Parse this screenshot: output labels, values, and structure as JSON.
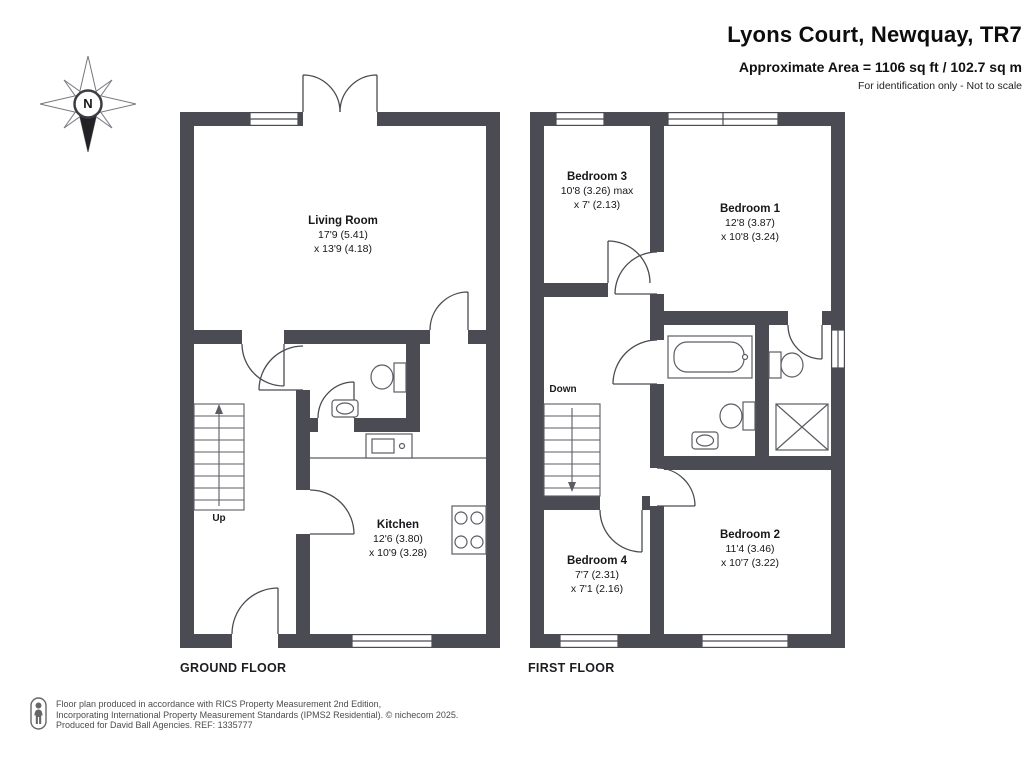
{
  "header": {
    "title": "Lyons Court, Newquay, TR7",
    "area": "Approximate Area = 1106 sq ft / 102.7 sq m",
    "disclaimer": "For identification only - Not to scale"
  },
  "compass": {
    "label": "N"
  },
  "ground_floor": {
    "label": "GROUND FLOOR",
    "stairs_label": "Up",
    "rooms": {
      "living_room": {
        "name": "Living Room",
        "dim1": "17'9 (5.41)",
        "dim2": "x 13'9 (4.18)"
      },
      "kitchen": {
        "name": "Kitchen",
        "dim1": "12'6 (3.80)",
        "dim2": "x 10'9 (3.28)"
      }
    }
  },
  "first_floor": {
    "label": "FIRST FLOOR",
    "stairs_label": "Down",
    "rooms": {
      "bedroom_1": {
        "name": "Bedroom 1",
        "dim1": "12'8 (3.87)",
        "dim2": "x 10'8 (3.24)"
      },
      "bedroom_2": {
        "name": "Bedroom 2",
        "dim1": "11'4 (3.46)",
        "dim2": "x 10'7 (3.22)"
      },
      "bedroom_3": {
        "name": "Bedroom 3",
        "dim1": "10'8 (3.26) max",
        "dim2": "x 7' (2.13)"
      },
      "bedroom_4": {
        "name": "Bedroom 4",
        "dim1": "7'7 (2.31)",
        "dim2": "x 7'1 (2.16)"
      }
    }
  },
  "footer": {
    "line1": "Floor plan produced in accordance with RICS Property Measurement 2nd Edition,",
    "line2": "Incorporating International Property Measurement Standards (IPMS2 Residential).  © nichecom 2025.",
    "line3": "Produced for David Ball Agencies.  REF: 1335777"
  },
  "colors": {
    "wall": "#4b4b53",
    "line": "#5c5c64",
    "text": "#17171b"
  }
}
